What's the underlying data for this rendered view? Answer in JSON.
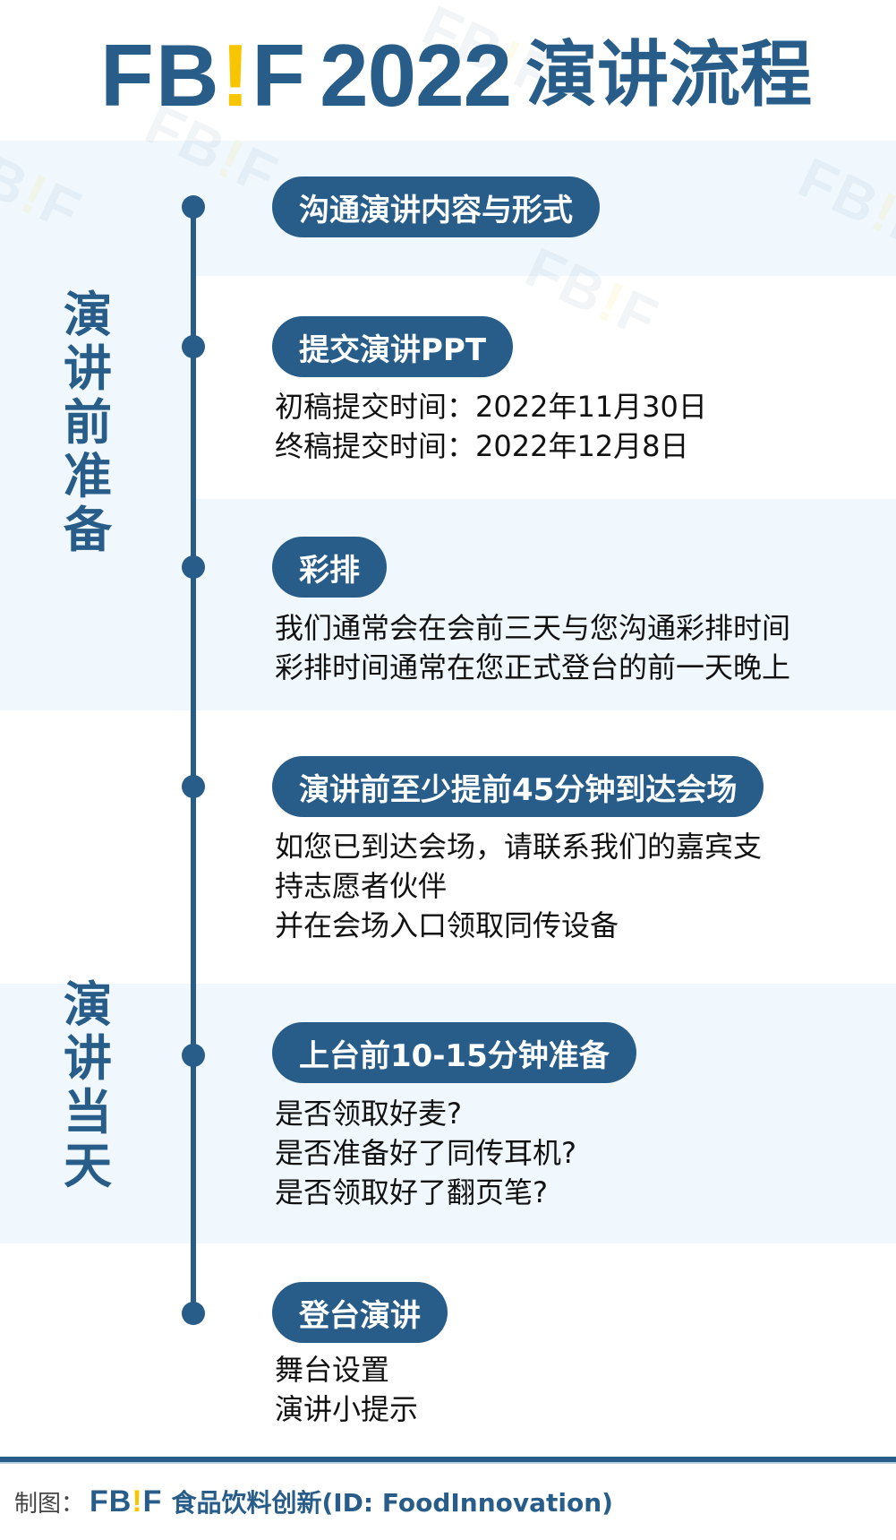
{
  "header": {
    "logo": {
      "left": "FB",
      "exclaim": "!",
      "right": "F"
    },
    "year": "2022",
    "title": "演讲流程"
  },
  "colors": {
    "primary": "#275d88",
    "accent_yellow": "#f7c600",
    "band_light": "#f0f8fd",
    "text": "#111111"
  },
  "phases": [
    {
      "label_chars": [
        "演",
        "讲",
        "前",
        "准",
        "备"
      ]
    },
    {
      "label_chars": [
        "演",
        "讲",
        "当",
        "天"
      ]
    }
  ],
  "steps": [
    {
      "title": "沟通演讲内容与形式",
      "lines": []
    },
    {
      "title": "提交演讲PPT",
      "lines": [
        "初稿提交时间：2022年11月30日",
        "终稿提交时间：2022年12月8日"
      ]
    },
    {
      "title": "彩排",
      "lines": [
        "我们通常会在会前三天与您沟通彩排时间",
        "彩排时间通常在您正式登台的前一天晚上"
      ]
    },
    {
      "title": "演讲前至少提前45分钟到达会场",
      "lines": [
        "如您已到达会场，请联系我们的嘉宾支",
        "持志愿者伙伴",
        "并在会场入口领取同传设备"
      ]
    },
    {
      "title": "上台前10-15分钟准备",
      "lines": [
        "是否领取好麦?",
        "是否准备好了同传耳机?",
        "是否领取好了翻页笔?"
      ]
    },
    {
      "title": "登台演讲",
      "lines": [
        "舞台设置",
        "演讲小提示"
      ]
    }
  ],
  "watermark": {
    "left": "FB",
    "exclaim": "!",
    "right": "F"
  },
  "footer": {
    "label": "制图：",
    "logo": {
      "left": "FB",
      "exclaim": "!",
      "right": "F"
    },
    "brand": "食品饮料创新(ID: FoodInnovation)"
  }
}
